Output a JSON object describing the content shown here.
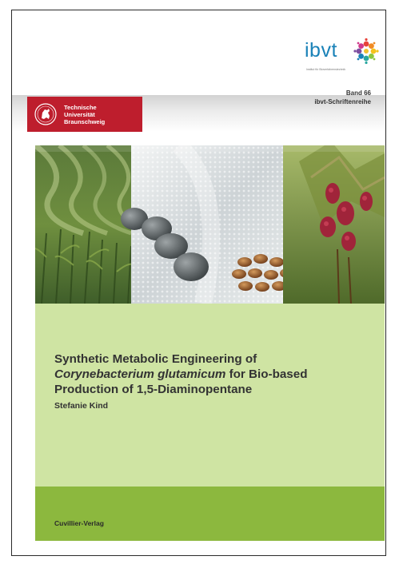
{
  "university": {
    "lines": [
      "Technische",
      "Universität",
      "Braunschweig"
    ]
  },
  "ibvt": {
    "name": "ibvt",
    "subtitle": "Institut für Bioverfahrenstechnik"
  },
  "series": {
    "volume": "Band 66",
    "name": "ibvt-Schriftenreihe"
  },
  "book": {
    "title_line1": "Synthetic Metabolic Engineering of",
    "title_line2_italic": "Corynebacterium glutamicum",
    "title_line2_rest": " for Bio-based",
    "title_line3": "Production of 1,5-Diaminopentane",
    "author": "Stefanie Kind",
    "publisher": "Cuvillier-Verlag"
  },
  "colors": {
    "tu_red": "#be1e2d",
    "ibvt_blue": "#1a82b8",
    "light_green": "#cfe4a3",
    "dark_green": "#8cb83e"
  }
}
